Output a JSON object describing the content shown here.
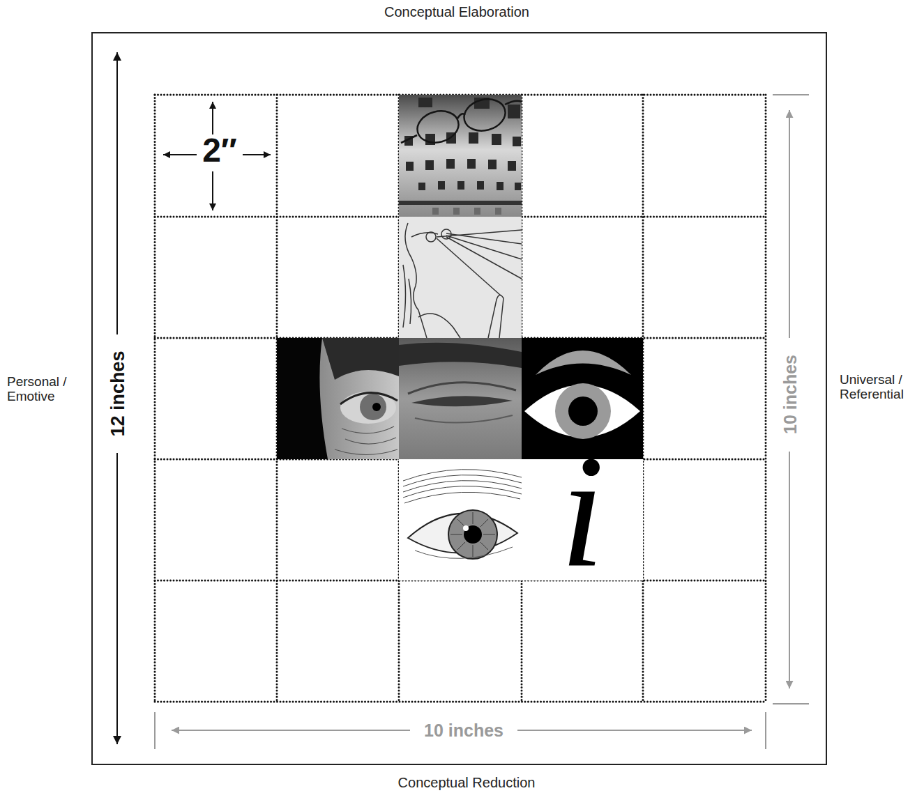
{
  "diagram": {
    "labels": [
      "Conceptual Elaboration",
      "Personal / Emotive",
      "Universal / Referential",
      "2″",
      "12 inches",
      "10 inches",
      "i",
      "10 inches",
      "Conceptual Reduction"
    ]
  }
}
